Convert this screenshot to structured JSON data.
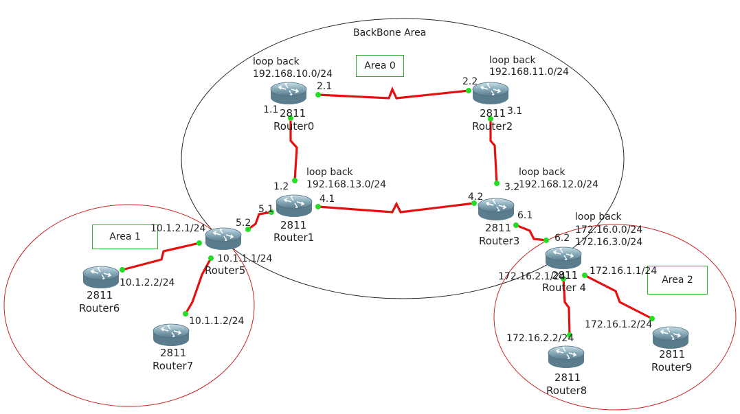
{
  "regions": {
    "backbone": {
      "label": "BackBone Area",
      "area": "Area 0"
    },
    "area1": {
      "area": "Area 1"
    },
    "area2": {
      "area": "Area 2"
    }
  },
  "routers": {
    "r0": {
      "model": "2811",
      "name": "Router0"
    },
    "r1": {
      "model": "2811",
      "name": "Router1"
    },
    "r2": {
      "model": "2811",
      "name": "Router2"
    },
    "r3": {
      "model": "2811",
      "name": "Router3"
    },
    "r4": {
      "model": "2811",
      "name": "Router 4"
    },
    "r5": {
      "model": "",
      "name": "Router5"
    },
    "r6": {
      "model": "2811",
      "name": "Router6"
    },
    "r7": {
      "model": "2811",
      "name": "Router7"
    },
    "r8": {
      "model": "2811",
      "name": "Router8"
    },
    "r9": {
      "model": "2811",
      "name": "Router9"
    }
  },
  "loopbacks": {
    "r0": {
      "title": "loop back",
      "networks": [
        "192.168.10.0/24"
      ]
    },
    "r2": {
      "title": "loop back",
      "networks": [
        "192.168.11.0/24"
      ]
    },
    "r1": {
      "title": "loop back",
      "networks": [
        "192.168.13.0/24"
      ]
    },
    "r3": {
      "title": "loop back",
      "networks": [
        "192.168.12.0/24"
      ]
    },
    "r4": {
      "title": "loop back",
      "networks": [
        "172.16.0.0/24",
        "172.16.3.0/24"
      ]
    }
  },
  "interfaces": {
    "r0_r2_a": "2.1",
    "r0_r2_b": "2.2",
    "r0_r1_a": "1.1",
    "r0_r1_b": "1.2",
    "r2_r3_a": "3.1",
    "r2_r3_b": "3.2",
    "r1_r3_a": "4.1",
    "r1_r3_b": "4.2",
    "r1_r5_a": "5.1",
    "r1_r5_b": "5.2",
    "r3_r4_a": "6.1",
    "r3_r4_b": "6.2",
    "r5_r6_a": "10.1.2.1/24",
    "r5_r6_b": "10.1.2.2/24",
    "r5_r7_a": "10.1.1.1/24",
    "r5_r7_b": "10.1.1.2/24",
    "r4_r8_a": "172.16.2.1/24",
    "r4_r8_b": "172.16.2.2/24",
    "r4_r9_a": "172.16.1.1/24",
    "r4_r9_b": "172.16.1.2/24"
  },
  "colors": {
    "link": "#e41010",
    "port": "#22dd22",
    "backbone_outline": "#222222",
    "area_outline": "#cc2222",
    "area_label_border": "#2fb12f",
    "router_body": "#7aa3b5"
  }
}
